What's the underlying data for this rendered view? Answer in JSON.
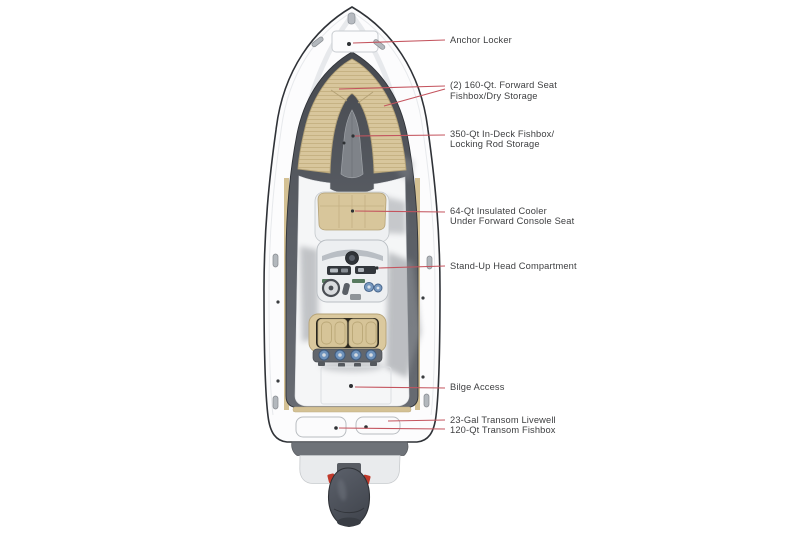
{
  "diagram": {
    "title": "boat deck layout top view",
    "callouts": [
      {
        "id": "anchor-locker",
        "line1": "Anchor Locker"
      },
      {
        "id": "forward-seat-fishbox",
        "line1": "(2) 160-Qt. Forward Seat",
        "line2": "Fishbox/Dry Storage"
      },
      {
        "id": "indeck-fishbox",
        "line1": "350-Qt In-Deck Fishbox/",
        "line2": "Locking Rod Storage"
      },
      {
        "id": "insulated-cooler",
        "line1": "64-Qt Insulated Cooler",
        "line2": "Under Forward Console Seat"
      },
      {
        "id": "head-compartment",
        "line1": "Stand-Up Head Compartment"
      },
      {
        "id": "bilge-access",
        "line1": "Bilge Access"
      },
      {
        "id": "transom-livewell",
        "line1": "23-Gal Transom Livewell"
      },
      {
        "id": "transom-fishbox",
        "line1": "120-Qt Transom Fishbox"
      }
    ],
    "colors": {
      "leader_line": "#c4545e",
      "cushion_tan": "#d8c69c",
      "deck_white": "#f5f6f7",
      "cockpit_gray": "#5b5f66",
      "motor_gray": "#4b5058",
      "label_text": "#3f4042"
    }
  }
}
